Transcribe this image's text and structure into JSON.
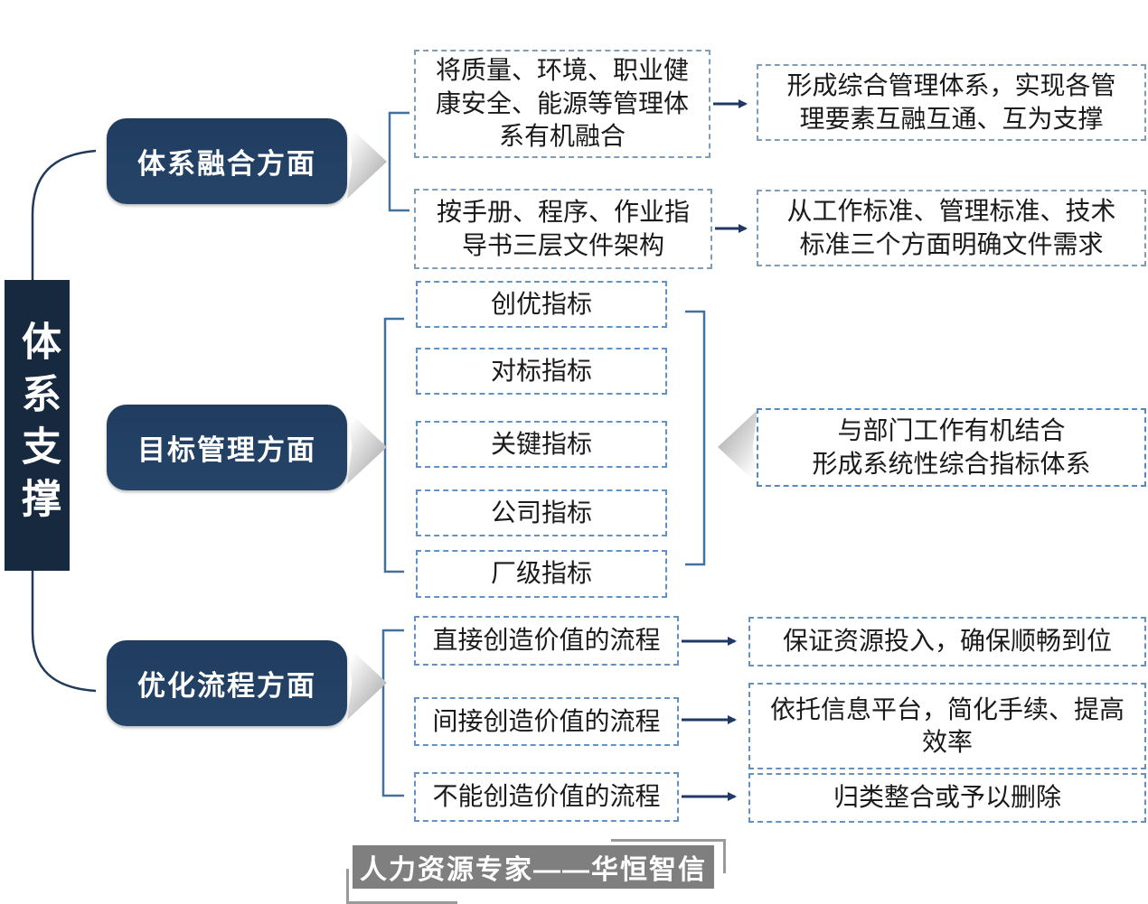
{
  "root": {
    "vertical_label": "体系支撑"
  },
  "branches": {
    "fusion_label": "体系融合方面",
    "target_label": "目标管理方面",
    "process_label": "优化流程方面"
  },
  "fusion": {
    "row1": {
      "source_lines": [
        "将质量、环境、职业健",
        "康安全、能源等管理体",
        "系有机融合"
      ],
      "result_lines": [
        "形成综合管理体系，实现各管",
        "理要素互融互通、互为支撑"
      ]
    },
    "row2": {
      "source_lines": [
        "按手册、程序、作业指",
        "导书三层文件架构"
      ],
      "result_lines": [
        "从工作标准、管理标准、技术",
        "标准三个方面明确文件需求"
      ]
    }
  },
  "target": {
    "indicators": [
      "创优指标",
      "对标指标",
      "关键指标",
      "公司指标",
      "厂级指标"
    ],
    "result_lines": [
      "与部门工作有机结合",
      "形成系统性综合指标体系"
    ]
  },
  "process": {
    "rows": [
      {
        "source": "直接创造价值的流程",
        "result_lines": [
          "保证资源投入，确保顺畅到位"
        ]
      },
      {
        "source": "间接创造价值的流程",
        "result_lines": [
          "依托信息平台，简化手续、提高",
          "效率"
        ]
      },
      {
        "source": "不能创造价值的流程",
        "result_lines": [
          "归类整合或予以删除"
        ]
      }
    ]
  },
  "footer": {
    "brand": "人力资源专家——华恒智信"
  },
  "colors": {
    "root_box": "#16293f",
    "branch_pill": "#213f62",
    "dash_light": "#7f9db9",
    "dash_blue": "#6292c4",
    "wire": "#203a5a",
    "bracket": "#41719c",
    "arrow": "#1f3864",
    "banner_gray": "#7f7f7f"
  }
}
